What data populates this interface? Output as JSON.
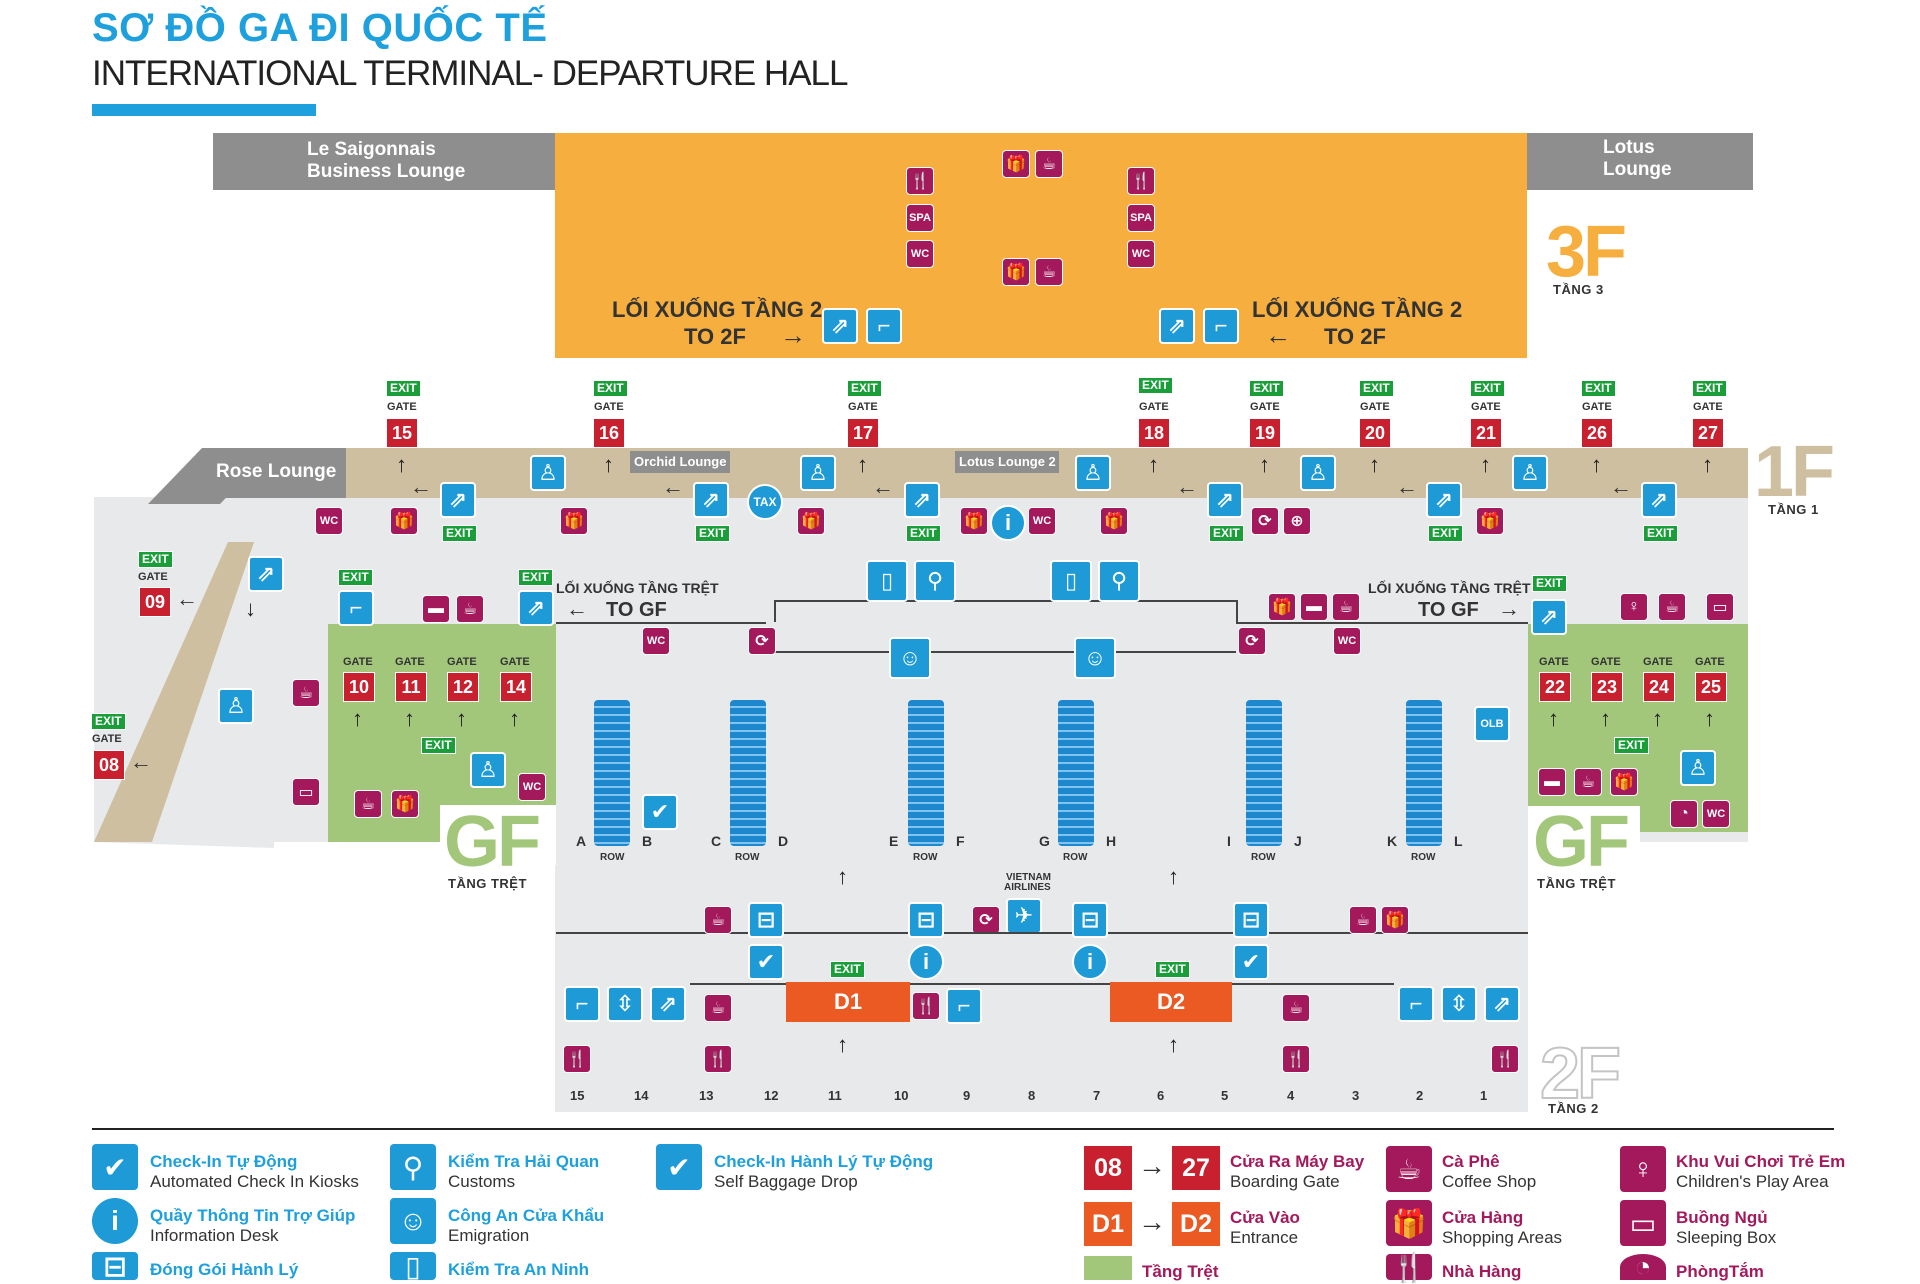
{
  "header": {
    "title_vn": "SƠ ĐỒ GA ĐI QUỐC TẾ",
    "title_en": "INTERNATIONAL TERMINAL- DEPARTURE HALL"
  },
  "colors": {
    "floor_3f": "#f6ae3e",
    "floor_1f": "#cdbf9f",
    "floor_gf": "#a3c77a",
    "floor_2f": "#e8e9eb",
    "lounge": "#8e8e8e",
    "service_blue": "#1e9ad6",
    "amenity_magenta": "#a3195b",
    "gate_red": "#c8202f",
    "entrance_orange": "#ec5a24",
    "exit_green": "#1a9e3a",
    "accent_blue": "#1ea0dc"
  },
  "floor3": {
    "lounge_left": [
      "Le Saigonnais",
      "Business Lounge"
    ],
    "lounge_right": [
      "Lotus",
      "Lounge"
    ],
    "label": "3F",
    "label_sub": "TẦNG 3",
    "down_vn": "LỐI XUỐNG TẦNG 2",
    "down_en": "TO 2F",
    "spa": "SPA",
    "wc": "WC"
  },
  "floor1": {
    "label": "1F",
    "label_sub": "TẦNG 1",
    "rose_lounge": "Rose Lounge",
    "orchid_lounge": "Orchid Lounge",
    "lotus_lounge2": "Lotus Lounge 2",
    "tax": "TAX",
    "exit": "EXIT",
    "gate_caption": "GATE",
    "top_gates": [
      "15",
      "16",
      "17",
      "18",
      "19",
      "20",
      "21",
      "26",
      "27"
    ],
    "wc": "WC"
  },
  "ground": {
    "label": "GF",
    "label_sub": "TẦNG TRỆT",
    "down_vn": "LỐI XUỐNG TẦNG TRỆT",
    "down_en": "TO GF",
    "left_gates": [
      "10",
      "11",
      "12",
      "14"
    ],
    "right_gates": [
      "22",
      "23",
      "24",
      "25"
    ],
    "side_gates": [
      "09",
      "08"
    ],
    "olb": "OLB",
    "wc": "WC"
  },
  "floor2": {
    "label": "2F",
    "label_sub": "TẦNG 2",
    "counter_rows": [
      {
        "l": "A",
        "r": "B"
      },
      {
        "l": "C",
        "r": "D"
      },
      {
        "l": "E",
        "r": "F"
      },
      {
        "l": "G",
        "r": "H"
      },
      {
        "l": "I",
        "r": "J"
      },
      {
        "l": "K",
        "r": "L"
      }
    ],
    "row_caption": "ROW",
    "vietnam_airlines": [
      "VIETNAM",
      "AIRLINES"
    ],
    "entrance_d1": "D1",
    "entrance_d2": "D2",
    "bottom_gates": [
      "15",
      "14",
      "13",
      "12",
      "11",
      "10",
      "9",
      "8",
      "7",
      "6",
      "5",
      "4",
      "3",
      "2",
      "1"
    ]
  },
  "legend": {
    "items": [
      {
        "vn": "Check-In Tự Động",
        "en": "Automated Check In Kiosks"
      },
      {
        "vn": "Quầy Thông Tin Trợ Giúp",
        "en": "Information Desk"
      },
      {
        "vn": "Đóng Gói Hành Lý",
        "en": ""
      },
      {
        "vn": "Kiểm Tra Hải Quan",
        "en": "Customs"
      },
      {
        "vn": "Công An Cửa Khẩu",
        "en": "Emigration"
      },
      {
        "vn": "Kiểm Tra An Ninh",
        "en": ""
      },
      {
        "vn": "Check-In Hành Lý Tự Động",
        "en": "Self Baggage Drop"
      },
      {
        "vn": "Cửa Ra Máy Bay",
        "en": "Boarding Gate"
      },
      {
        "vn": "Cửa Vào",
        "en": "Entrance"
      },
      {
        "vn": "Tầng Trệt",
        "en": ""
      },
      {
        "vn": "Cà Phê",
        "en": "Coffee Shop"
      },
      {
        "vn": "Cửa Hàng",
        "en": "Shopping Areas"
      },
      {
        "vn": "Nhà Hàng",
        "en": ""
      },
      {
        "vn": "Khu Vui Chơi Trẻ Em",
        "en": "Children's Play Area"
      },
      {
        "vn": "Buồng Ngủ",
        "en": "Sleeping Box"
      },
      {
        "vn": "PhòngTắm",
        "en": ""
      }
    ],
    "gate_from": "08",
    "gate_to": "27",
    "door_from": "D1",
    "door_to": "D2"
  }
}
